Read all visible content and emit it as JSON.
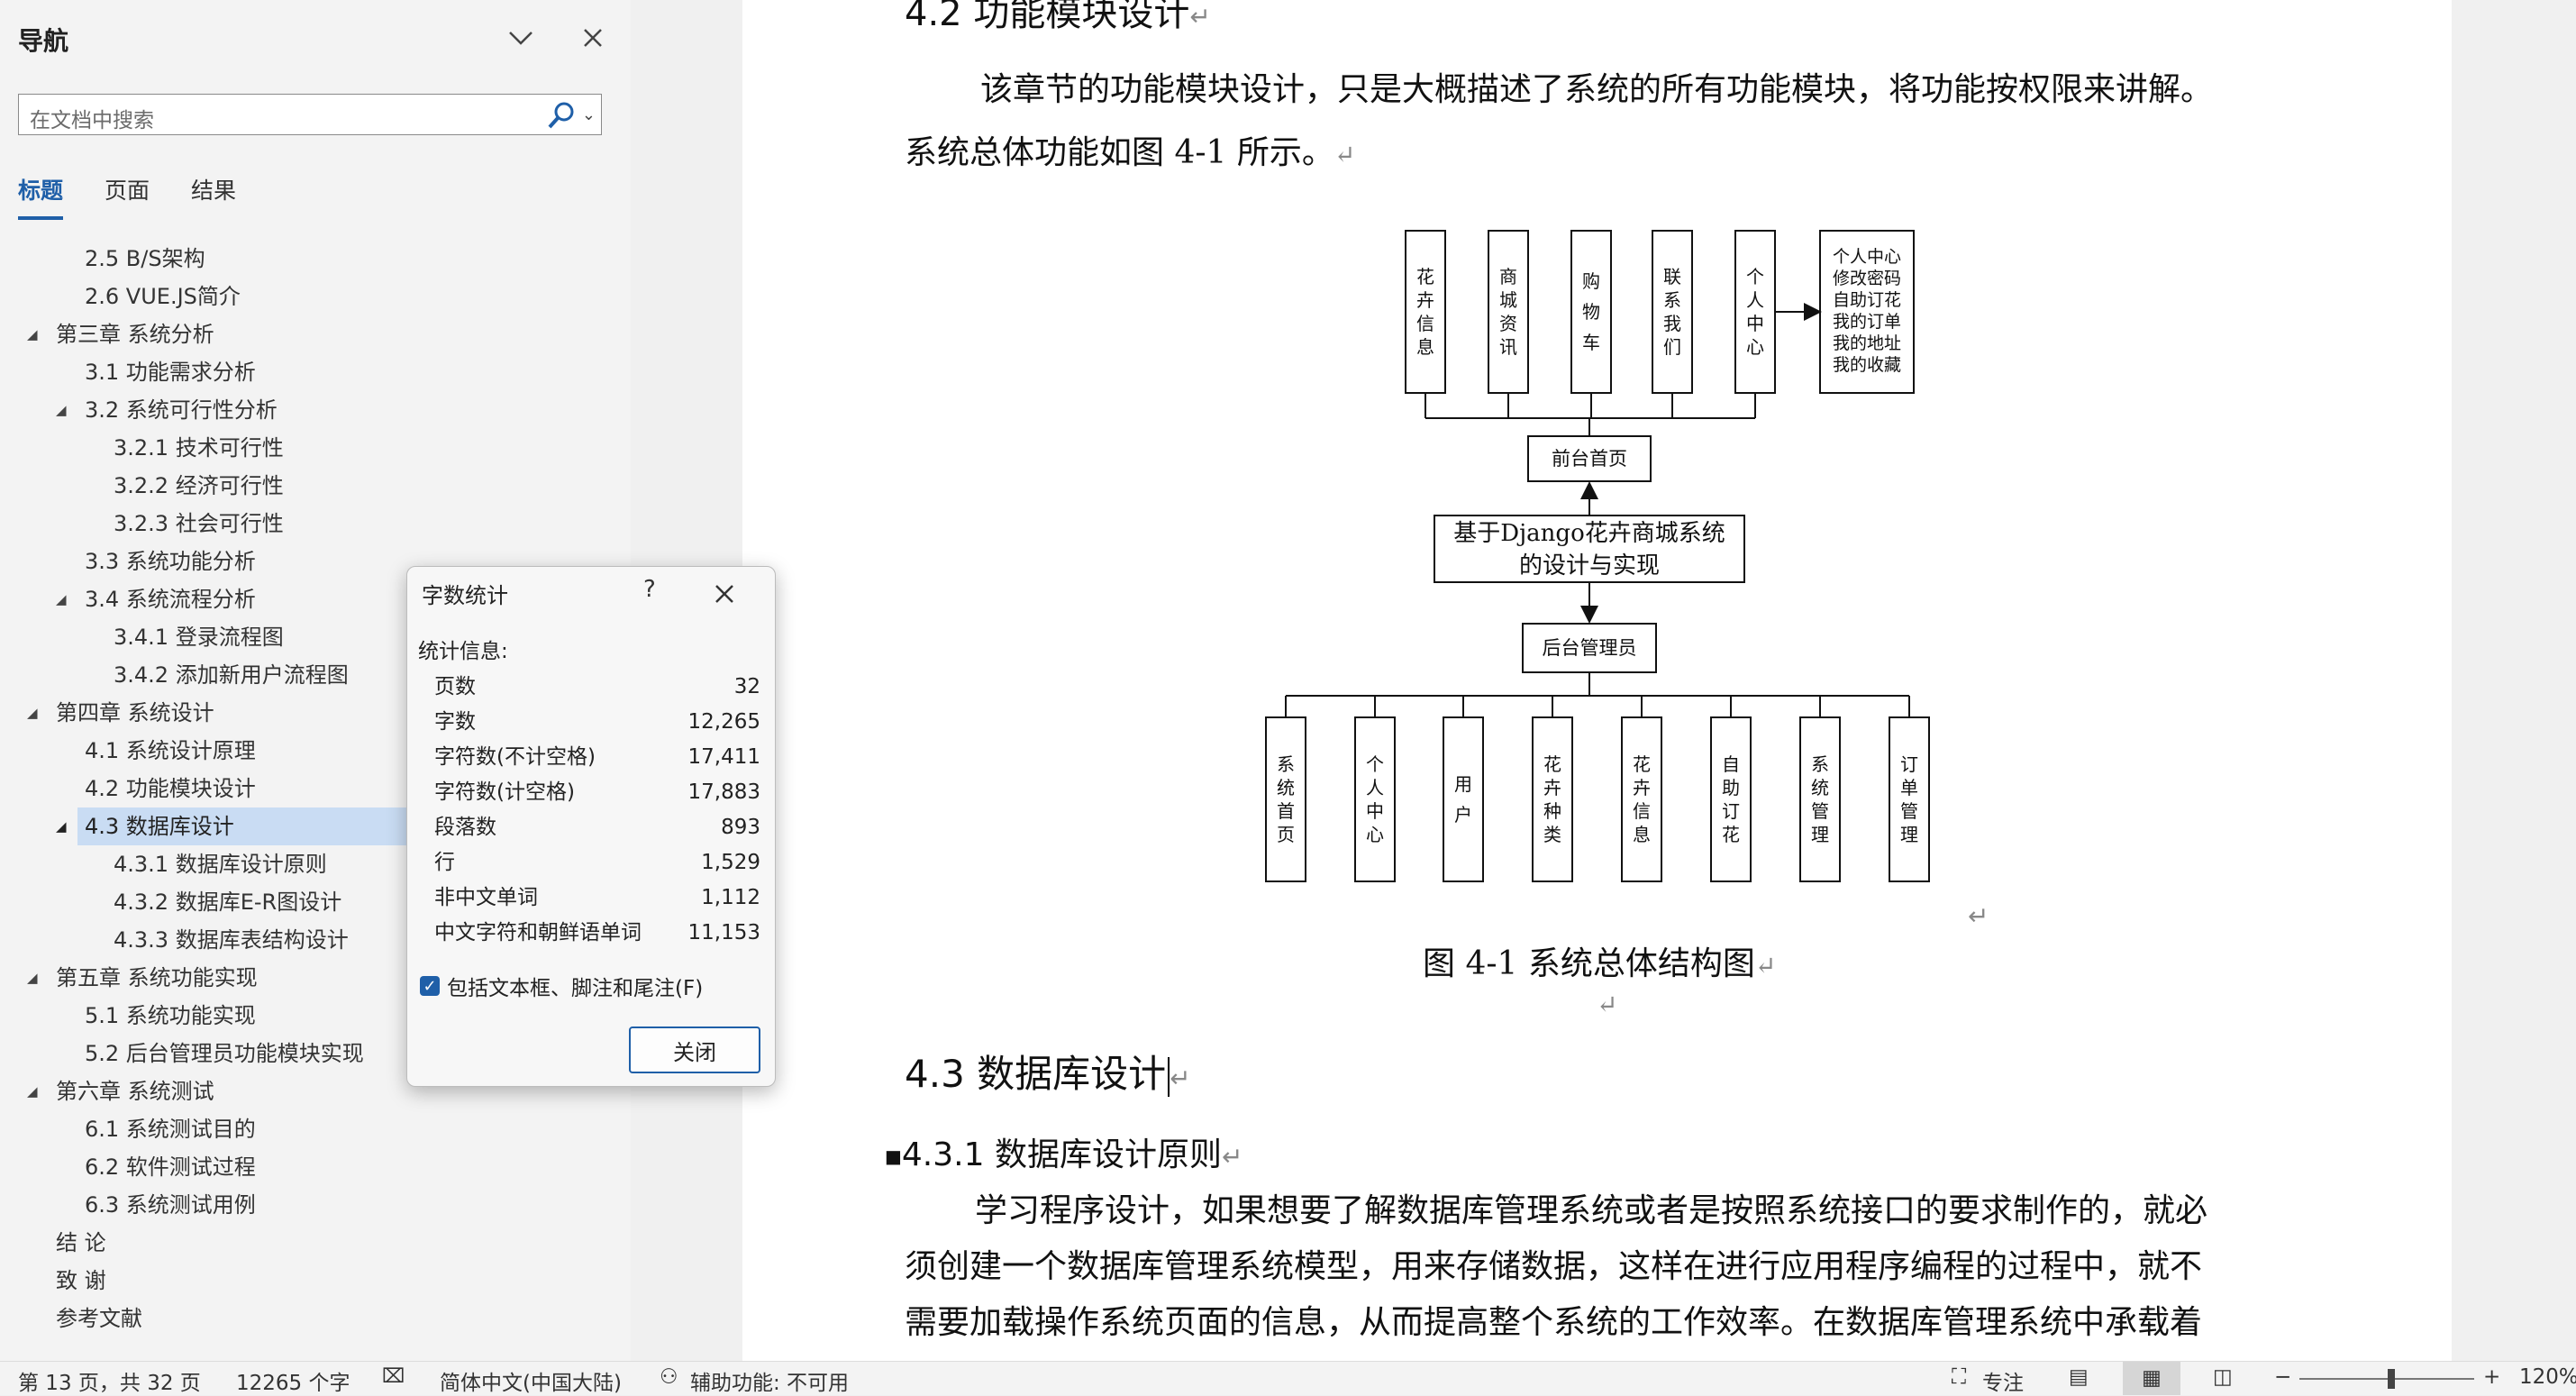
{
  "nav": {
    "title": "导航",
    "search_placeholder": "在文档中搜索",
    "tabs": [
      "标题",
      "页面",
      "结果"
    ],
    "items": [
      {
        "label": "2.5  B/S架构",
        "level": 2,
        "expand": ""
      },
      {
        "label": "2.6  VUE.JS简介",
        "level": 2,
        "expand": ""
      },
      {
        "label": "第三章  系统分析",
        "level": 1,
        "expand": "◢"
      },
      {
        "label": "3.1  功能需求分析",
        "level": 2,
        "expand": ""
      },
      {
        "label": "3.2  系统可行性分析",
        "level": 2,
        "expand": "◢"
      },
      {
        "label": "3.2.1  技术可行性",
        "level": 3,
        "expand": ""
      },
      {
        "label": "3.2.2  经济可行性",
        "level": 3,
        "expand": ""
      },
      {
        "label": "3.2.3  社会可行性",
        "level": 3,
        "expand": ""
      },
      {
        "label": "3.3  系统功能分析",
        "level": 2,
        "expand": ""
      },
      {
        "label": "3.4  系统流程分析",
        "level": 2,
        "expand": "◢"
      },
      {
        "label": "3.4.1  登录流程图",
        "level": 3,
        "expand": ""
      },
      {
        "label": "3.4.2  添加新用户流程图",
        "level": 3,
        "expand": ""
      },
      {
        "label": "第四章  系统设计",
        "level": 1,
        "expand": "◢"
      },
      {
        "label": "4.1  系统设计原理",
        "level": 2,
        "expand": ""
      },
      {
        "label": "4.2  功能模块设计",
        "level": 2,
        "expand": ""
      },
      {
        "label": "4.3  数据库设计",
        "level": 2,
        "expand": "◢",
        "selected": true
      },
      {
        "label": "4.3.1  数据库设计原则",
        "level": 3,
        "expand": ""
      },
      {
        "label": "4.3.2  数据库E-R图设计",
        "level": 3,
        "expand": ""
      },
      {
        "label": "4.3.3  数据库表结构设计",
        "level": 3,
        "expand": ""
      },
      {
        "label": "第五章  系统功能实现",
        "level": 1,
        "expand": "◢"
      },
      {
        "label": "5.1  系统功能实现",
        "level": 2,
        "expand": ""
      },
      {
        "label": "5.2  后台管理员功能模块实现",
        "level": 2,
        "expand": ""
      },
      {
        "label": "第六章  系统测试",
        "level": 1,
        "expand": "◢"
      },
      {
        "label": "6.1  系统测试目的",
        "level": 2,
        "expand": ""
      },
      {
        "label": "6.2  软件测试过程",
        "level": 2,
        "expand": ""
      },
      {
        "label": "6.3  系统测试用例",
        "level": 2,
        "expand": ""
      },
      {
        "label": "结   论",
        "level": 1,
        "expand": ""
      },
      {
        "label": "致   谢",
        "level": 1,
        "expand": ""
      },
      {
        "label": "参考文献",
        "level": 1,
        "expand": ""
      }
    ]
  },
  "doc": {
    "top_heading": "4.2   功能模块设计",
    "para1_line1": "该章节的功能模块设计，只是大概描述了系统的所有功能模块，将功能按权限来讲解。",
    "para1_line2": "系统总体功能如图 4-1 所示。",
    "figure": {
      "front_boxes": [
        "花卉信息",
        "商城资讯",
        "购物车",
        "联系我们",
        "个人中心"
      ],
      "personal_center_items": [
        "个人中心",
        "修改密码",
        "自助订花",
        "我的订单",
        "我的地址",
        "我的收藏"
      ],
      "front_home": "前台首页",
      "root_line1": "基于Django花卉商城系统",
      "root_line2": "的设计与实现",
      "admin": "后台管理员",
      "admin_boxes": [
        "系统首页",
        "个人中心",
        "用户",
        "花卉种类",
        "花卉信息",
        "自助订花",
        "系统管理",
        "订单管理"
      ]
    },
    "caption": "图 4-1  系统总体结构图",
    "h2": "4.3    数据库设计",
    "h3": "4.3.1    数据库设计原则",
    "body_line1": "学习程序设计，如果想要了解数据库管理系统或者是按照系统接口的要求制作的，就必",
    "body_line2": "须创建一个数据库管理系统模型，用来存储数据，这样在进行应用程序编程的过程中，就不",
    "body_line3": "需要加载操作系统页面的信息，从而提高整个系统的工作效率。在数据库管理系统中承载着"
  },
  "dialog": {
    "title": "字数统计",
    "help": "?",
    "section": "统计信息:",
    "stats": [
      {
        "label": "页数",
        "value": "32"
      },
      {
        "label": "字数",
        "value": "12,265"
      },
      {
        "label": "字符数(不计空格)",
        "value": "17,411"
      },
      {
        "label": "字符数(计空格)",
        "value": "17,883"
      },
      {
        "label": "段落数",
        "value": "893"
      },
      {
        "label": "行",
        "value": "1,529"
      },
      {
        "label": "非中文单词",
        "value": "1,112"
      },
      {
        "label": "中文字符和朝鲜语单词",
        "value": "11,153"
      }
    ],
    "checkbox_label": "包括文本框、脚注和尾注(F)",
    "close_label": "关闭"
  },
  "status": {
    "page": "第 13 页，共 32 页",
    "words": "12265 个字",
    "language": "简体中文(中国大陆)",
    "accessibility": "辅助功能: 不可用",
    "focus": "专注",
    "zoom": "120%"
  },
  "colors": {
    "accent": "#1f5fa8",
    "selected": "#c9dcf3"
  }
}
